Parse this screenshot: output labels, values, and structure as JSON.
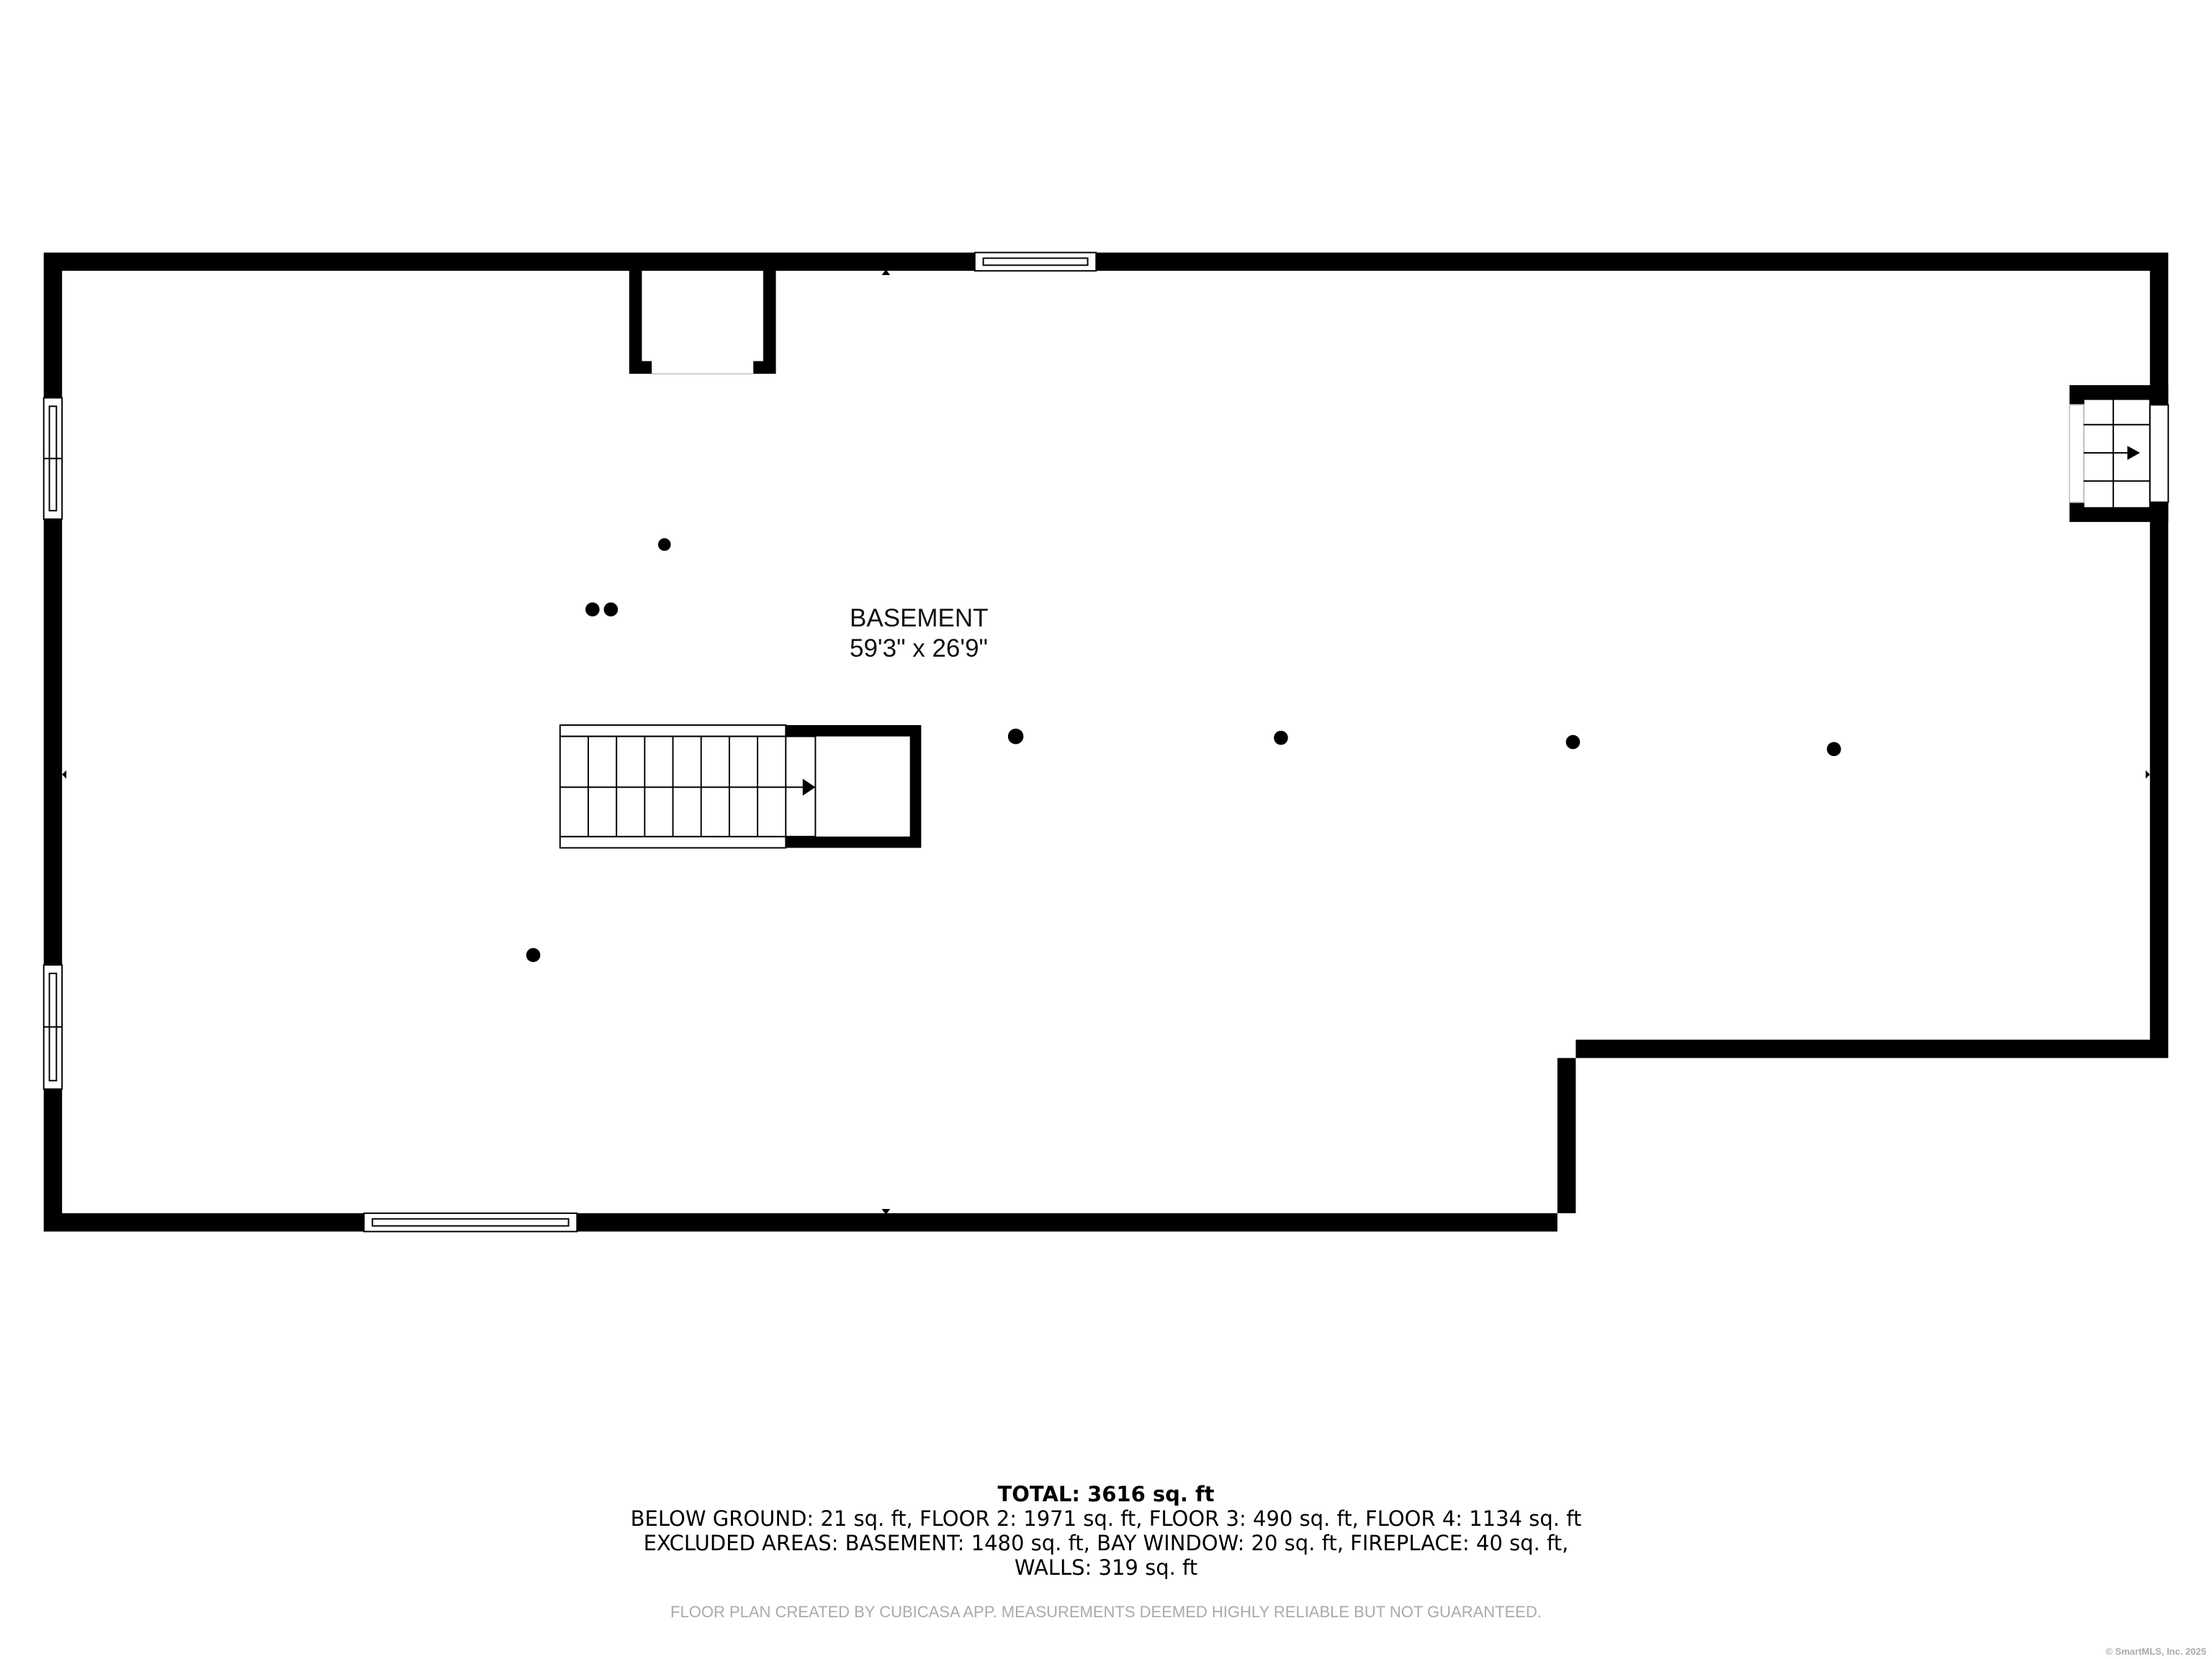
{
  "room": {
    "name": "BASEMENT",
    "dimensions": "59'3\" x 26'9\""
  },
  "summary": {
    "total": "TOTAL: 3616 sq. ft",
    "line1": "BELOW GROUND: 21 sq. ft, FLOOR 2: 1971 sq. ft, FLOOR 3: 490 sq. ft, FLOOR 4: 1134 sq. ft",
    "line2": "EXCLUDED AREAS: BASEMENT: 1480 sq. ft, BAY WINDOW: 20 sq. ft, FIREPLACE: 40 sq. ft,",
    "line3": "WALLS: 319 sq. ft"
  },
  "disclaimer": "FLOOR PLAN CREATED BY CUBICASA APP. MEASUREMENTS DEEMED HIGHLY RELIABLE BUT NOT GUARANTEED.",
  "copyright": "© SmartMLS, Inc.  2025"
}
